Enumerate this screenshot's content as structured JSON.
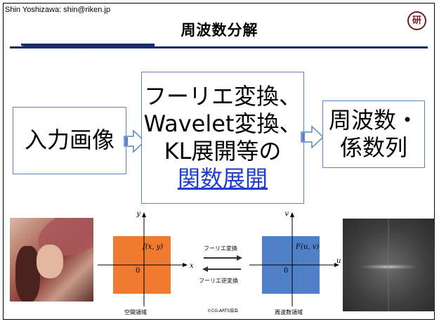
{
  "header": {
    "author": "Shin Yoshizawa: shin@riken.jp",
    "title": "周波数分解",
    "logo_text": "研"
  },
  "flow": {
    "input_label": "入力画像",
    "transform_lines": [
      "フーリエ変換、",
      "Wavelet変換、",
      "KL展開等の"
    ],
    "transform_link": "関数展開",
    "output_lines": [
      "周波数・",
      "係数列"
    ]
  },
  "diagram": {
    "spatial": {
      "x_axis": "x",
      "y_axis": "y",
      "function": "f(x, y)",
      "origin": "0",
      "caption": "空間領域"
    },
    "frequency": {
      "u_axis": "u",
      "v_axis": "v",
      "function": "F(u, v)",
      "origin": "0",
      "caption": "周波数領域"
    },
    "forward_label": "フーリエ変換",
    "inverse_label": "フーリエ逆変換",
    "credit": "©CG-ARTS協会"
  },
  "colors": {
    "box_border": "#5b84c4",
    "link": "#1f3fd0",
    "spatial_fill": "#f07a30",
    "frequency_fill": "#5080c8",
    "title_rule": "#1b2d66",
    "logo": "#6e1e1e"
  },
  "images": {
    "input_photo": "portrait-photo",
    "spectrum": "fourier-spectrum"
  }
}
